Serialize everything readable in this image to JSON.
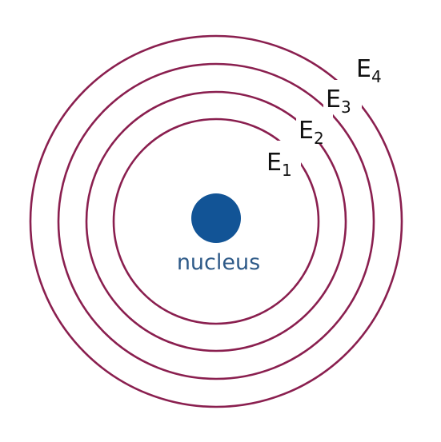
{
  "colors": {
    "orbit": "#8a1f4f",
    "nucleus": "#125496",
    "nucleus_text": "#2e5a88",
    "label_text": "#111111"
  },
  "nucleus": {
    "label": "nucleus"
  },
  "levels": [
    {
      "letter": "E",
      "subscript": "1"
    },
    {
      "letter": "E",
      "subscript": "2"
    },
    {
      "letter": "E",
      "subscript": "3"
    },
    {
      "letter": "E",
      "subscript": "4"
    }
  ]
}
